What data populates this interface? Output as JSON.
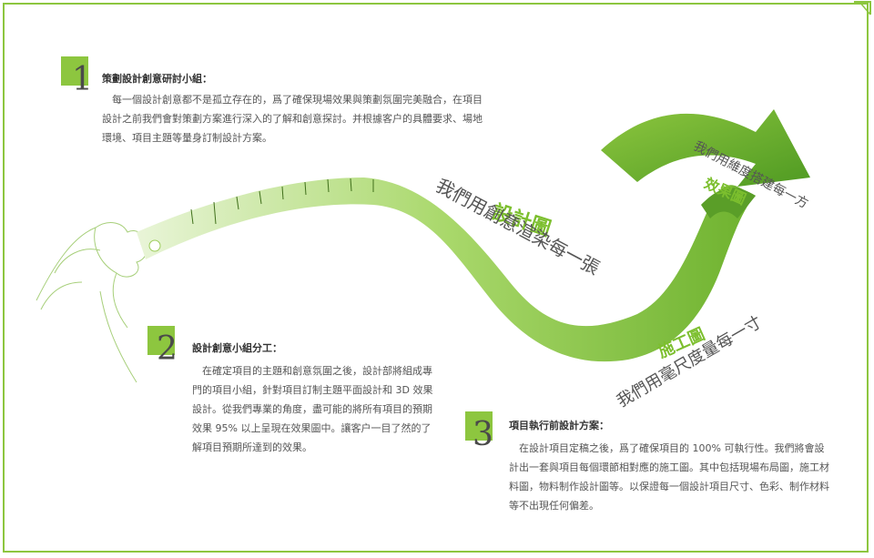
{
  "colors": {
    "accent": "#8dc63f",
    "ribbon_dark": "#5a9e28",
    "text": "#555555"
  },
  "steps": [
    {
      "number": "1",
      "title": "策劃設計創意研討小組：",
      "body": "每一個設計創意都不是孤立存在的，爲了確保現場效果與策劃氛圍完美融合，在項目設計之前我們會對策劃方案進行深入的了解和創意探討。并根據客户的具體要求、場地環境、項目主題等量身訂制設計方案。"
    },
    {
      "number": "2",
      "title": "設計創意小組分工：",
      "body": "在確定項目的主題和創意氛圍之後，設計部將組成專門的項目小組，針對項目訂制主題平面設計和 3D 效果設計。從我們專業的角度，盡可能的將所有項目的預期效果 95% 以上呈現在效果圖中。讓客户一目了然的了解項目預期所達到的效果。"
    },
    {
      "number": "3",
      "title": "項目執行前設計方案：",
      "body": "在設計項目定稿之後，爲了確保項目的 100% 可執行性。我們將會設計出一套與項目每個環節相對應的施工圖。其中包括現場布局圖，施工材料圖，物料制作設計圖等。以保證每一個設計項目尺寸、色彩、制作材料等不出現任何偏差。"
    }
  ],
  "ribbon": {
    "label1": "設計圖",
    "tagline1": "我們用創意渲染每一張",
    "label2": "效果圖",
    "tagline2": "我們用維度搭建每一方",
    "label3": "施工圖",
    "tagline3": "我們用毫尺度量每一寸"
  }
}
